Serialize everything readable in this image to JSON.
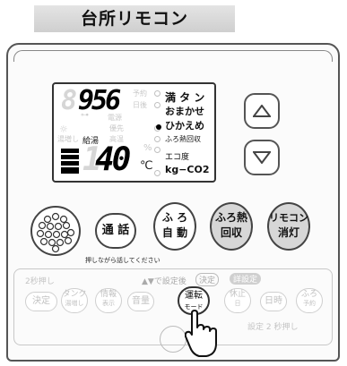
{
  "title": "台所リモコン",
  "display": {
    "time_ghost_digit": "8",
    "time_value": "956",
    "time_labels": [
      "予約",
      "日後"
    ],
    "indicators": [
      "優先",
      "給湯",
      "高温"
    ],
    "indicators_ghost": [
      "湯増し",
      "電源"
    ],
    "percent_unit": "%",
    "temp_value": "40",
    "temp_unit": "℃",
    "menu": [
      {
        "label": "満 タ ン",
        "selected": false
      },
      {
        "label": "おまかせ",
        "selected": false
      },
      {
        "label": "ひかえめ",
        "selected": true
      }
    ],
    "info_labels": [
      "ふろ熱回収",
      "エコ度",
      "kg−CO2"
    ]
  },
  "buttons": {
    "up_arrow": "up-arrow",
    "down_arrow": "down-arrow",
    "talk": "通 話",
    "bath_auto": [
      "ふ ろ",
      "自 動"
    ],
    "bath_heat_recovery": [
      "ふろ熱",
      "回収"
    ],
    "remote_light_off": [
      "リモコン",
      "消灯"
    ],
    "press_hold_note": "押しながら話してください"
  },
  "lower_panel": {
    "hold_2sec": "2秒押し",
    "settings_instruction": "▲▼で設定後",
    "confirm_label": "決定",
    "detail_settings": "詳設定",
    "detail_settings_hold": "設定 2 秒押し",
    "buttons": [
      {
        "label": "決定",
        "sub": "",
        "active": false
      },
      {
        "label": "タンク",
        "sub": "湯増し",
        "active": false
      },
      {
        "label": "情報",
        "sub": "表示",
        "active": false
      },
      {
        "label": "音量",
        "sub": "",
        "active": false
      },
      {
        "label": "運転",
        "sub": "モード",
        "active": true
      },
      {
        "label": "休止",
        "sub": "日",
        "active": false
      },
      {
        "label": "日時",
        "sub": "",
        "active": false
      },
      {
        "label": "ふろ",
        "sub": "予約",
        "active": false
      }
    ]
  },
  "colors": {
    "title_bar": "#d8d8d8",
    "panel_border": "#555555",
    "gray_button": "#d7d7d7"
  }
}
